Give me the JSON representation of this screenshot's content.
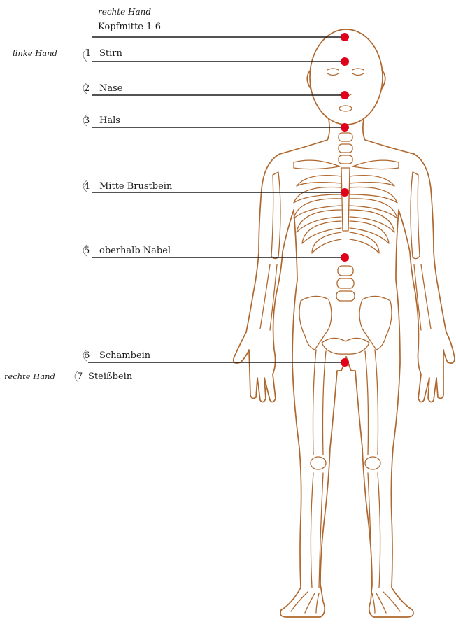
{
  "colors": {
    "outline": "#b0672d",
    "marker": "#e0001a",
    "leader": "#1a1a1a"
  },
  "hand_labels": {
    "top": "rechte Hand",
    "left": "linke Hand",
    "bottom": "rechte Hand"
  },
  "points": [
    {
      "num": "",
      "label": "Kopfmitte 1-6"
    },
    {
      "num": "1",
      "label": "Stirn"
    },
    {
      "num": "2",
      "label": "Nase"
    },
    {
      "num": "3",
      "label": "Hals"
    },
    {
      "num": "4",
      "label": "Mitte Brustbein"
    },
    {
      "num": "5",
      "label": "oberhalb Nabel"
    },
    {
      "num": "6",
      "label": "Schambein"
    },
    {
      "num": "7",
      "label": "Steißbein"
    }
  ]
}
